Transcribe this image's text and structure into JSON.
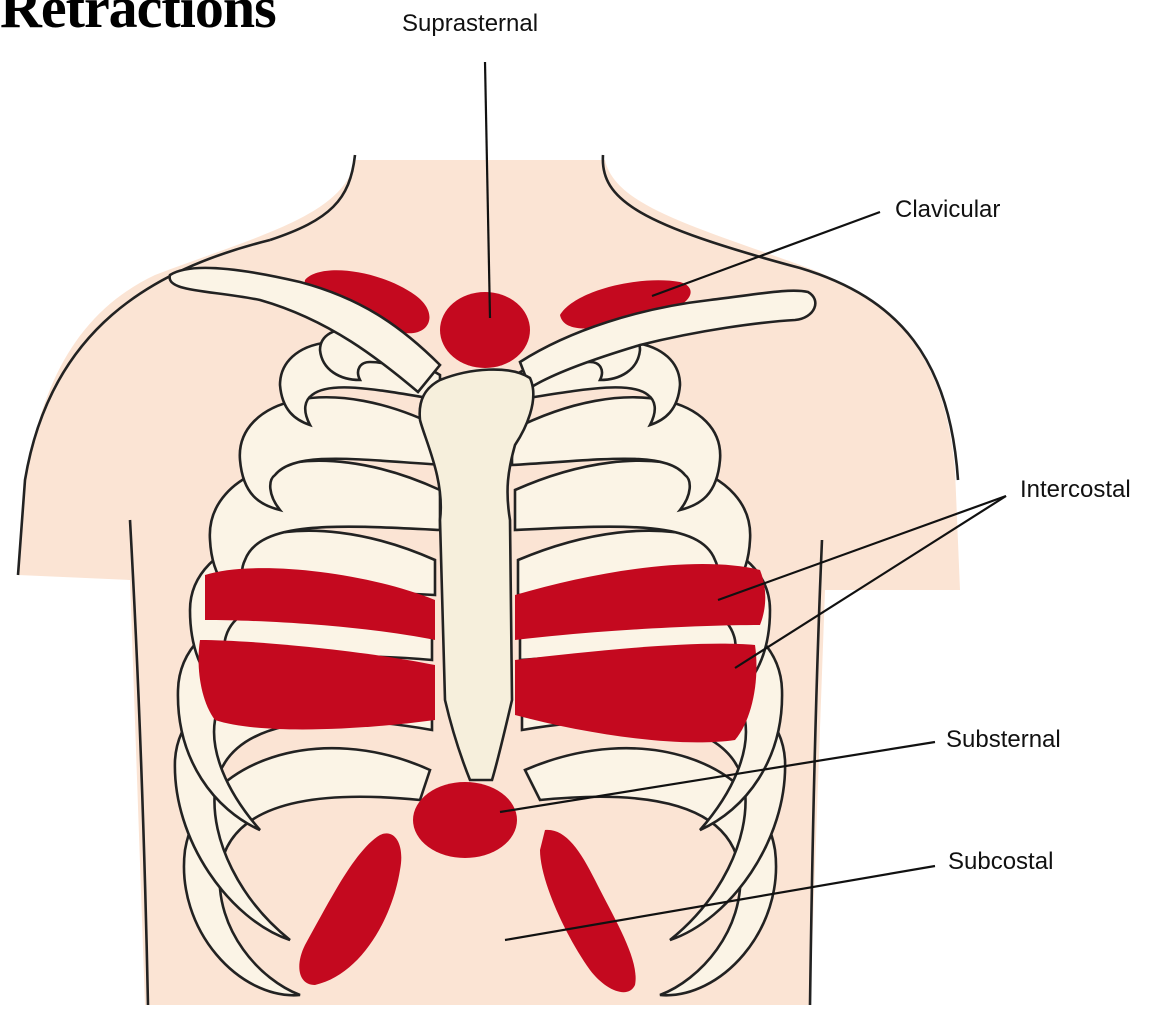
{
  "title": "Retractions",
  "colors": {
    "skin": "#fbe4d4",
    "bone": "#fbf4e6",
    "retraction": "#c4091f",
    "outline": "#222222"
  },
  "labels": {
    "suprasternal": "Suprasternal",
    "clavicular": "Clavicular",
    "intercostal": "Intercostal",
    "substernal": "Substernal",
    "subcostal": "Subcostal"
  }
}
